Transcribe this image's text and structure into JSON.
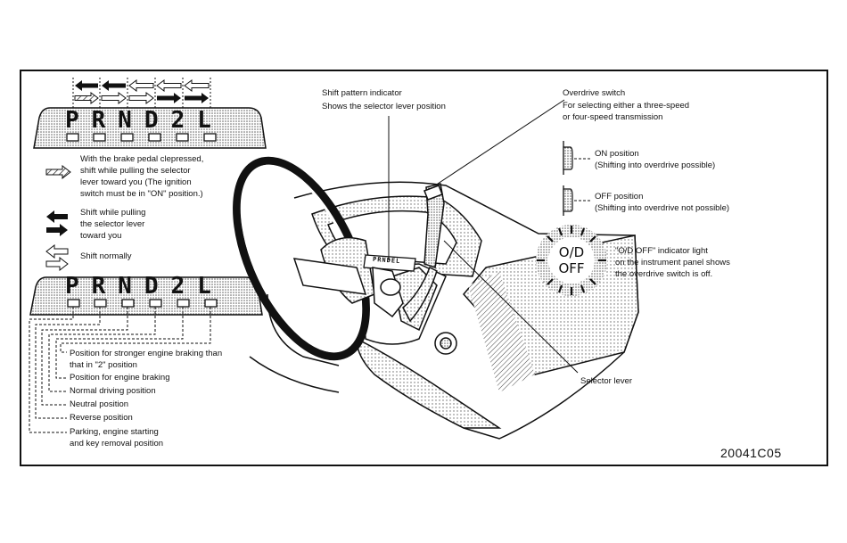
{
  "shift_pattern_label": "PRND2L",
  "small_indicator_label": "PRNDEL",
  "legend": {
    "brake_text": "With the brake pedal clepressed,\nshift while pulling the selector\nlever toward you (The ignition\nswitch must be in \"ON\" position.)",
    "pull_text": "Shift while pulling\nthe selector lever\ntoward you",
    "normal_text": "Shift normally"
  },
  "positions": {
    "l_text": "Position for stronger engine braking than\nthat in \"2\" position",
    "two_text": "Position for engine braking",
    "d_text": "Normal driving position",
    "n_text": "Neutral position",
    "r_text": "Reverse position",
    "p_text": "Parking, engine starting\nand key removal position"
  },
  "callouts": {
    "indicator_title": "Shift pattern indicator",
    "indicator_desc": "Shows the selector lever position",
    "od_title": "Overdrive switch",
    "od_desc": "For selecting either a three-speed\nor four-speed transmission",
    "on_text": "ON position\n(Shifting into overdrive possible)",
    "off_text": "OFF position\n(Shifting into overdrive not possible)",
    "light_text": "\"O/D OFF\" indicator light\non the instrument panel shows\nthe overdrive switch is off.",
    "light_od": "O/D",
    "light_off": "OFF",
    "selector": "Selector lever"
  },
  "figure_code": "20041C05"
}
